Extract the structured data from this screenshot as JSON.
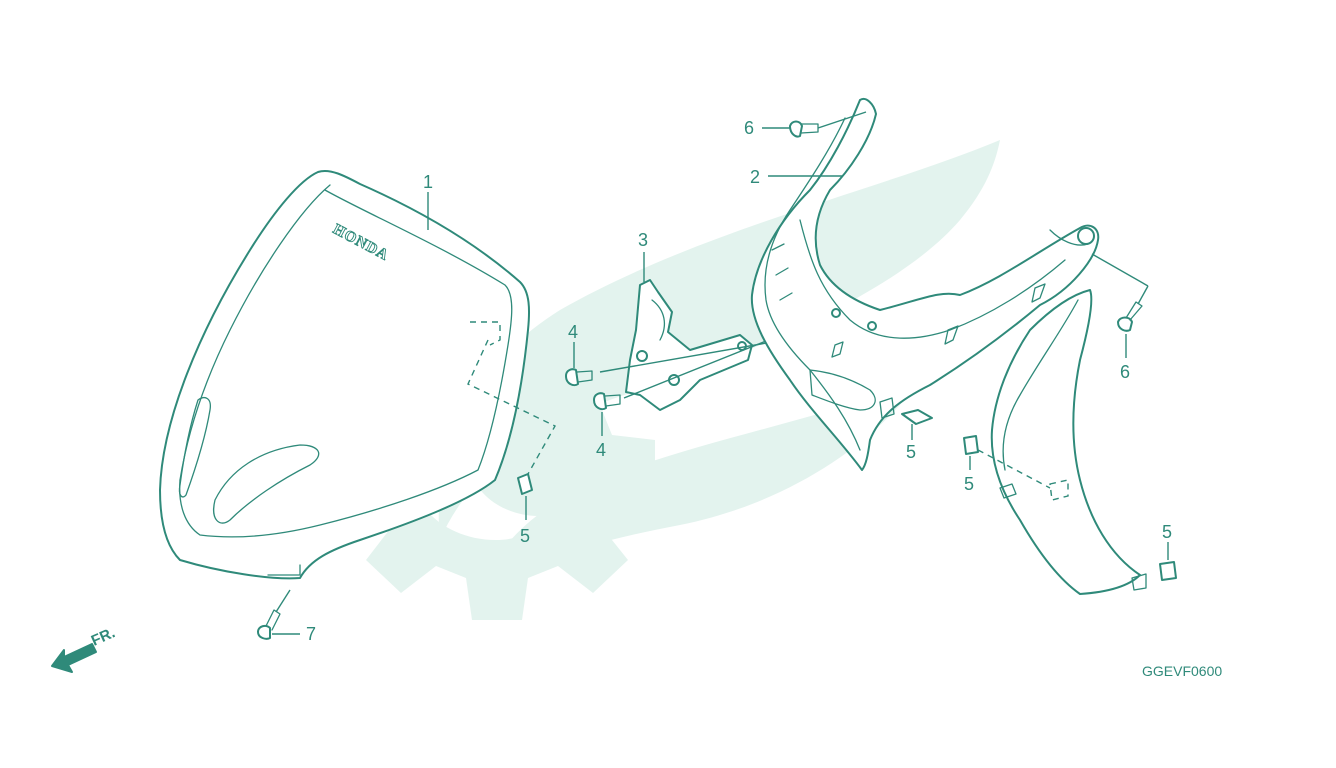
{
  "diagram": {
    "brand_mark": "HONDA",
    "front_indicator": "FR.",
    "figure_code": "GGEVF0600",
    "callouts": {
      "c1": "1",
      "c2": "2",
      "c3": "3",
      "c4a": "4",
      "c4b": "4",
      "c5a": "5",
      "c5b": "5",
      "c5c": "5",
      "c5d": "5",
      "c6a": "6",
      "c6b": "6",
      "c7": "7"
    }
  },
  "colors": {
    "line": "#2f8a7a",
    "watermark": "#e3f3ee",
    "background": "#ffffff"
  }
}
